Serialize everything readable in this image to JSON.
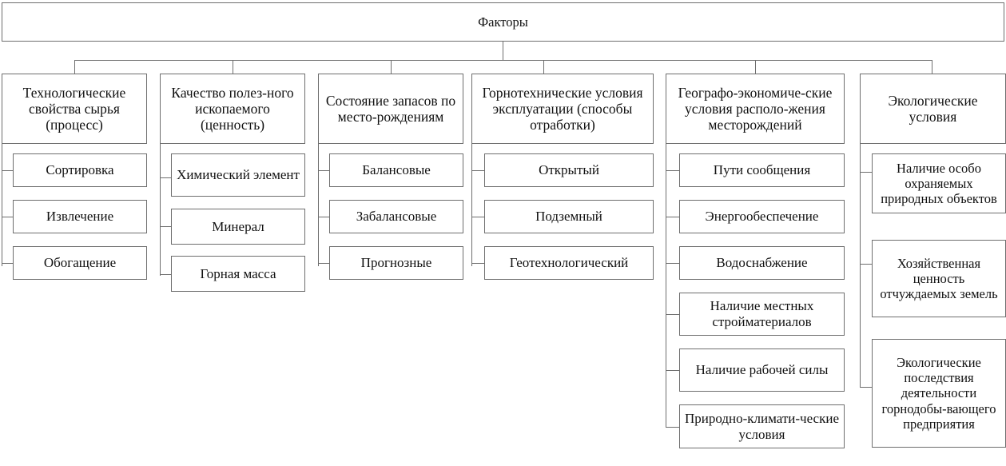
{
  "diagram": {
    "title": "Факторы",
    "root": {
      "label": "Факторы"
    },
    "columns": [
      {
        "id": "tech-properties",
        "label": "Технологические свойства сырья (процесс)",
        "children": [
          {
            "label": "Сортировка"
          },
          {
            "label": "Извлечение"
          },
          {
            "label": "Обогащение"
          }
        ]
      },
      {
        "id": "mineral-quality",
        "label": "Качество полез-ного ископаемого (ценность)",
        "children": [
          {
            "label": "Химический элемент"
          },
          {
            "label": "Минерал"
          },
          {
            "label": "Горная масса"
          }
        ]
      },
      {
        "id": "reserves-state",
        "label": "Состояние запасов по место-рождениям",
        "children": [
          {
            "label": "Балансовые"
          },
          {
            "label": "Забалансовые"
          },
          {
            "label": "Прогнозные"
          }
        ]
      },
      {
        "id": "mining-conditions",
        "label": "Горнотехнические условия эксплуатации (способы отработки)",
        "children": [
          {
            "label": "Открытый"
          },
          {
            "label": "Подземный"
          },
          {
            "label": "Геотехнологический"
          }
        ]
      },
      {
        "id": "geo-economic",
        "label": "Географо-экономиче-ские условия располо-жения месторождений",
        "children": [
          {
            "label": "Пути сообщения"
          },
          {
            "label": "Энергообеспечение"
          },
          {
            "label": "Водоснабжение"
          },
          {
            "label": "Наличие местных стройматериалов"
          },
          {
            "label": "Наличие рабочей силы"
          },
          {
            "label": "Природно-климати-ческие условия"
          }
        ]
      },
      {
        "id": "ecological",
        "label": "Экологические условия",
        "children": [
          {
            "label": "Наличие особо охраняемых природных объектов"
          },
          {
            "label": "Хозяйственная ценность отчуждаемых земель"
          },
          {
            "label": "Экологические последствия деятельности горнодобы-вающего предприятия"
          }
        ]
      }
    ]
  },
  "style": {
    "border_color": "#6e6e6e",
    "text_color": "#111111",
    "background": "#ffffff"
  }
}
